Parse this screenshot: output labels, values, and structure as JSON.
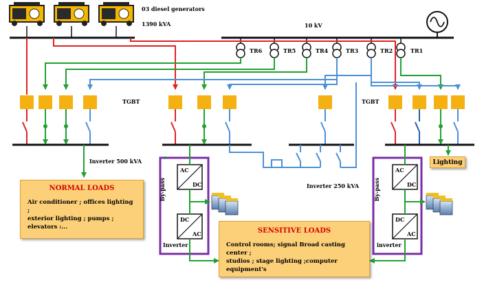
{
  "generators": {
    "label": "03 diesel  generators",
    "power": "1390 kVA",
    "icon": "diesel-generator-icon",
    "count": 3
  },
  "grid": {
    "voltage": "10 kV",
    "icon": "ac-source-icon"
  },
  "transformers": [
    "TR6",
    "TR5",
    "TR4",
    "TR3",
    "TR2",
    "TR1"
  ],
  "switchboards": {
    "left": "TGBT",
    "right": "TGBT"
  },
  "inverters": {
    "left": {
      "rating": "Inverter  500 kVA",
      "label": "Inverter",
      "bypass": "By-pass",
      "rectifier": [
        "AC",
        "DC"
      ],
      "inverter": [
        "DC",
        "AC"
      ]
    },
    "right": {
      "rating": "Inverter  250 kVA",
      "label": "inverter",
      "bypass": "By-pass",
      "rectifier": [
        "AC",
        "DC"
      ],
      "inverter": [
        "DC",
        "AC"
      ]
    }
  },
  "normal_loads": {
    "title": "NORMAL LOADS",
    "lines": [
      "Air conditioner ; offices lighting ;",
      "exterior  lighting ; pumps ;",
      "elevators :..."
    ]
  },
  "sensitive_loads": {
    "title": "SENSITIVE LOADS",
    "lines": [
      "Control rooms; signal Broad casting  center  ;",
      "studios ; stage lighting  ;computer  equipment's"
    ]
  },
  "lighting": {
    "label": "Lighting"
  },
  "colors": {
    "generator_line": "#e02020",
    "green_line": "#20a030",
    "blue_line": "#4a90d8",
    "dark_blue_line": "#1f5fa8",
    "breaker": "#f5b012",
    "box_fill": "#fcd078",
    "inverter_frame": "#7a2da8",
    "title_red": "#d40000"
  }
}
